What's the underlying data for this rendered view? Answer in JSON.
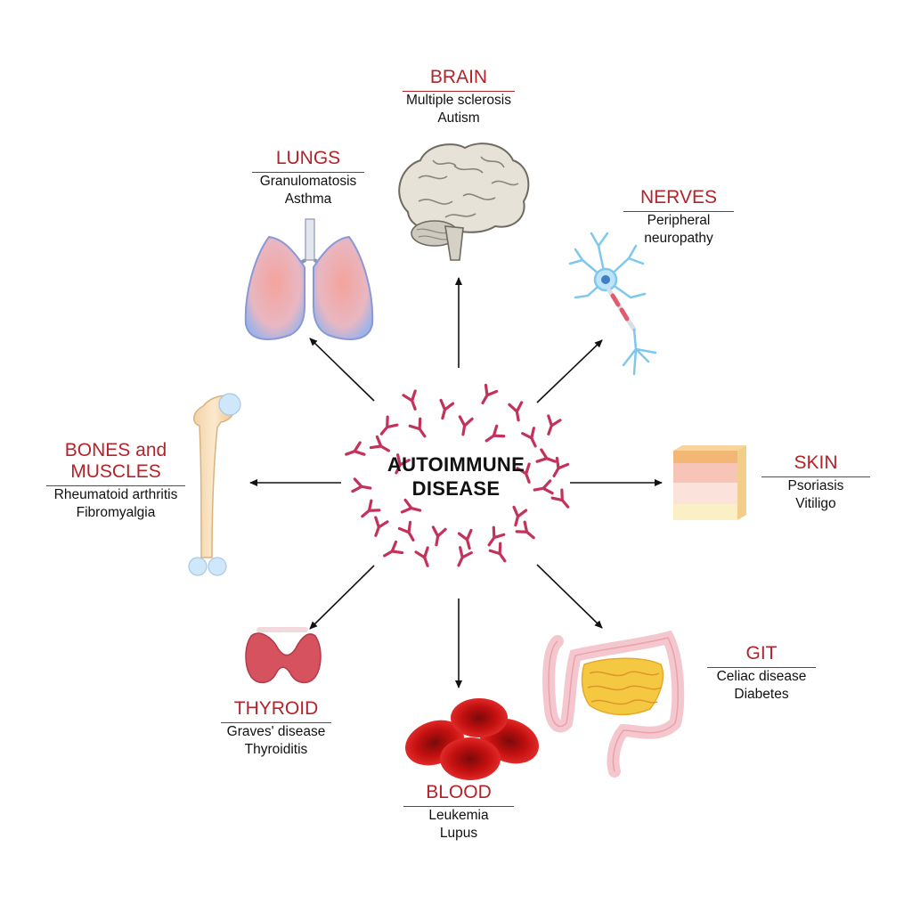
{
  "center": {
    "line1": "AUTOIMMUNE",
    "line2": "DISEASE"
  },
  "organs": {
    "brain": {
      "title": "BRAIN",
      "diseases": [
        "Multiple sclerosis",
        "Autism"
      ]
    },
    "lungs": {
      "title": "LUNGS",
      "diseases": [
        "Granulomatosis",
        "Asthma"
      ]
    },
    "nerves": {
      "title": "NERVES",
      "diseases": [
        "Peripheral",
        "neuropathy"
      ]
    },
    "bones": {
      "title_line1": "BONES and",
      "title_line2": "MUSCLES",
      "diseases": [
        "Rheumatoid arthritis",
        "Fibromyalgia"
      ]
    },
    "skin": {
      "title": "SKIN",
      "diseases": [
        "Psoriasis",
        "Vitiligo"
      ]
    },
    "thyroid": {
      "title": "THYROID",
      "diseases": [
        "Graves' disease",
        "Thyroiditis"
      ]
    },
    "blood": {
      "title": "BLOOD",
      "diseases": [
        "Leukemia",
        "Lupus"
      ]
    },
    "git": {
      "title": "GIT",
      "diseases": [
        "Celiac disease",
        "Diabetes"
      ]
    }
  },
  "colors": {
    "title": "#b3232b",
    "antibody": "#c2325a",
    "arrow": "#111111"
  }
}
